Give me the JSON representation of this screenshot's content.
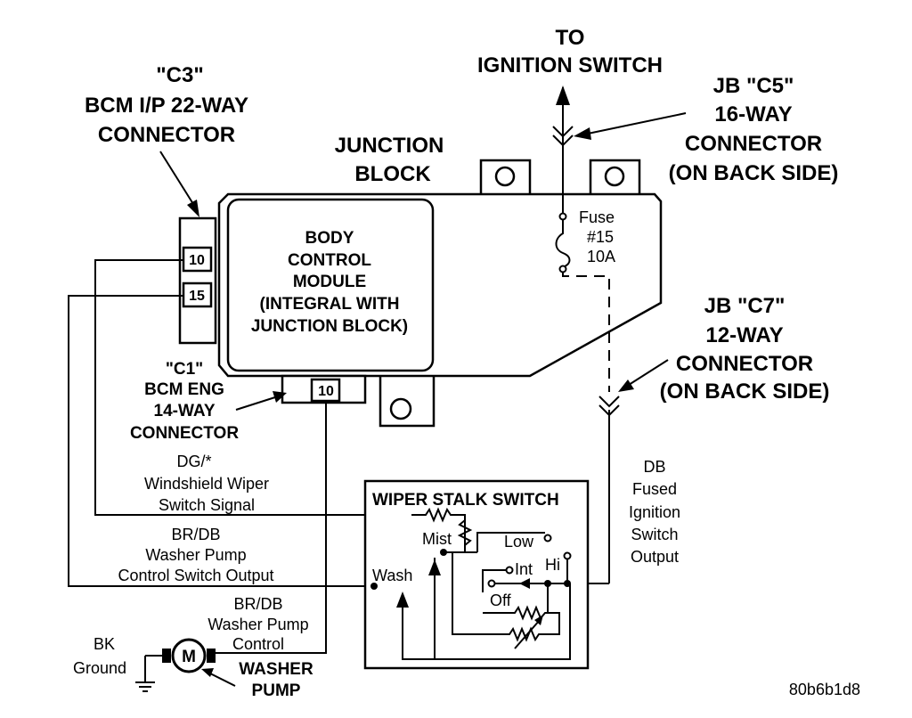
{
  "ignition": {
    "line1": "TO",
    "line2": "IGNITION SWITCH"
  },
  "c3": {
    "line1": "\"C3\"",
    "line2": "BCM I/P 22-WAY",
    "line3": "CONNECTOR"
  },
  "junction_block": {
    "line1": "JUNCTION",
    "line2": "BLOCK"
  },
  "c5": {
    "line1": "JB \"C5\"",
    "line2": "16-WAY",
    "line3": "CONNECTOR",
    "line4": "(ON BACK SIDE)"
  },
  "bcm": {
    "line1": "BODY",
    "line2": "CONTROL",
    "line3": "MODULE",
    "line4": "(INTEGRAL WITH",
    "line5": "JUNCTION BLOCK)"
  },
  "pins": {
    "c3_a": "10",
    "c3_b": "15",
    "c1": "10"
  },
  "fuse": {
    "line1": "Fuse",
    "line2": "#15",
    "line3": "10A"
  },
  "c7": {
    "line1": "JB \"C7\"",
    "line2": "12-WAY",
    "line3": "CONNECTOR",
    "line4": "(ON BACK SIDE)"
  },
  "c1": {
    "line1": "\"C1\"",
    "line2": "BCM ENG",
    "line3": "14-WAY",
    "line4": "CONNECTOR"
  },
  "wire_dg": {
    "line1": "DG/*",
    "line2": "Windshield Wiper",
    "line3": "Switch Signal"
  },
  "wire_brdb_1": {
    "line1": "BR/DB",
    "line2": "Washer Pump",
    "line3": "Control Switch Output"
  },
  "wire_brdb_2": {
    "line1": "BR/DB",
    "line2": "Washer Pump",
    "line3": "Control"
  },
  "wire_db": {
    "line1": "DB",
    "line2": "Fused",
    "line3": "Ignition",
    "line4": "Switch",
    "line5": "Output"
  },
  "wiper_switch": {
    "title": "WIPER STALK SWITCH",
    "mist": "Mist",
    "low": "Low",
    "hi": "Hi",
    "int": "Int",
    "off": "Off",
    "wash": "Wash"
  },
  "ground": {
    "line1": "BK",
    "line2": "Ground"
  },
  "motor": {
    "symbol": "M"
  },
  "pump": {
    "line1": "WASHER",
    "line2": "PUMP"
  },
  "figure_id": "80b6b1d8"
}
